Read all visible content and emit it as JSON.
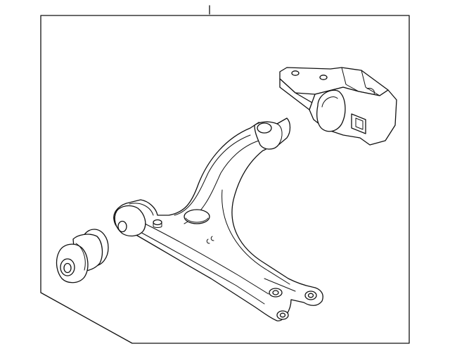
{
  "diagram": {
    "parts": [
      {
        "name": "control-arm"
      },
      {
        "name": "front-bushing"
      },
      {
        "name": "rear-bushing-bracket"
      }
    ],
    "colors": {
      "line": "#111111",
      "background": "#ffffff"
    }
  }
}
